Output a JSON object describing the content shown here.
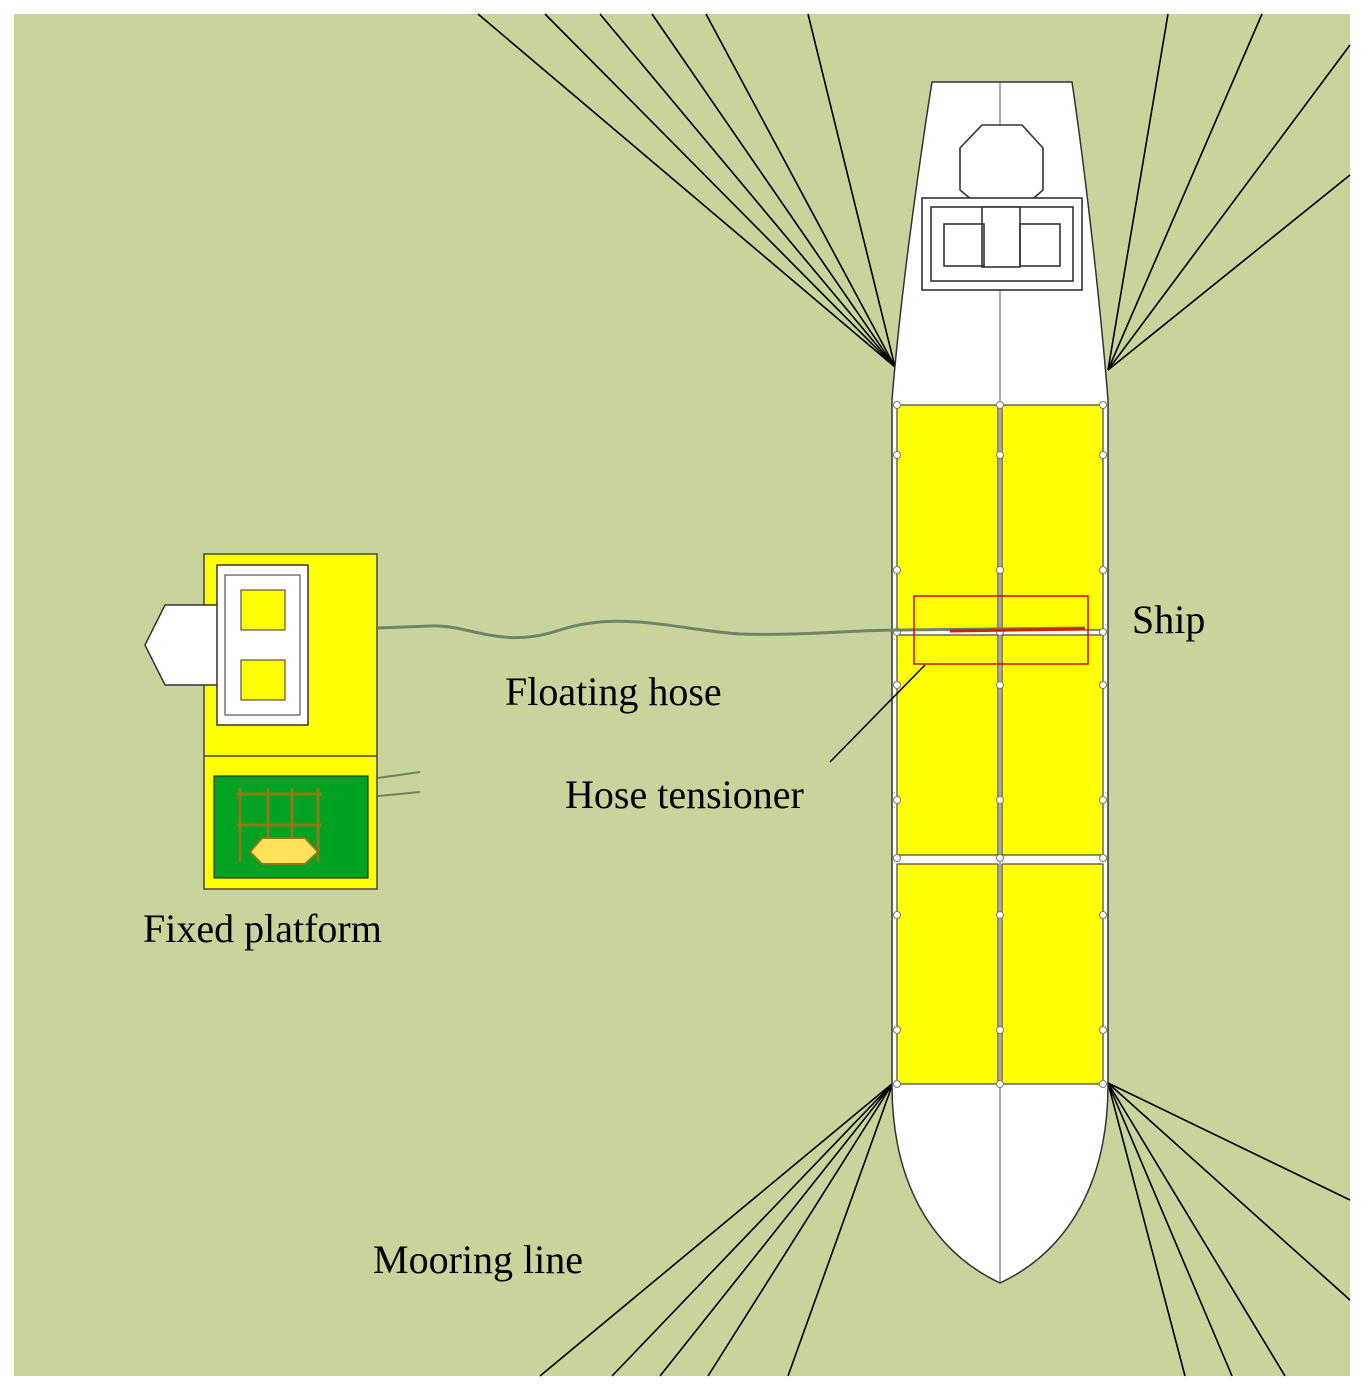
{
  "labels": {
    "ship": "Ship",
    "floating_hose": "Floating hose",
    "hose_tensioner": "Hose tensioner",
    "fixed_platform": "Fixed platform",
    "mooring_line": "Mooring line"
  },
  "colors": {
    "sea": "#c8d49c",
    "frame": "#ffffff",
    "hull": "#ffffff",
    "cargo_panel": "#ffff00",
    "platform_deck": "#ffff00",
    "platform_pit": "#00a321",
    "highlight_box": "#e00000",
    "hose": "#6f8466",
    "mooring": "#000000"
  }
}
